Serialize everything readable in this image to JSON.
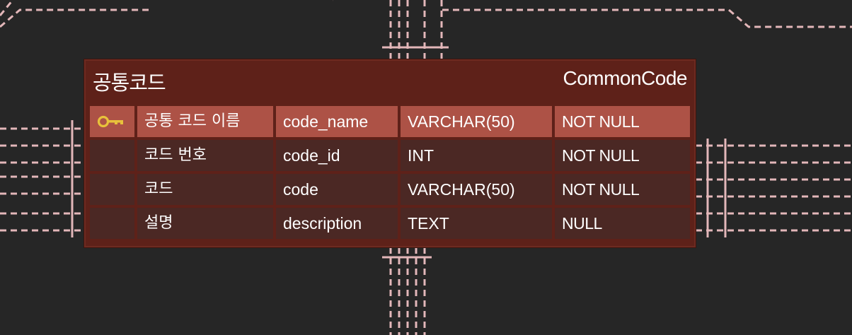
{
  "entity": {
    "logical_name": "공통코드",
    "physical_name": "CommonCode",
    "columns": [
      {
        "logical": "공통 코드 이름",
        "physical": "code_name",
        "type": "VARCHAR(50)",
        "nullable": "NOT NULL",
        "primary_key": true
      },
      {
        "logical": "코드 번호",
        "physical": "code_id",
        "type": "INT",
        "nullable": "NOT NULL",
        "primary_key": false
      },
      {
        "logical": "코드",
        "physical": "code",
        "type": "VARCHAR(50)",
        "nullable": "NOT NULL",
        "primary_key": false
      },
      {
        "logical": "설명",
        "physical": "description",
        "type": "TEXT",
        "nullable": "NULL",
        "primary_key": false
      }
    ]
  },
  "icons": {
    "primary_key": "key-icon"
  },
  "colors": {
    "background": "#262626",
    "entity_fill": "#5e2119",
    "pk_row": "#ad5246",
    "row": "#4b2824",
    "connector": "#e3b7b9",
    "key_icon": "#e8c13b"
  }
}
